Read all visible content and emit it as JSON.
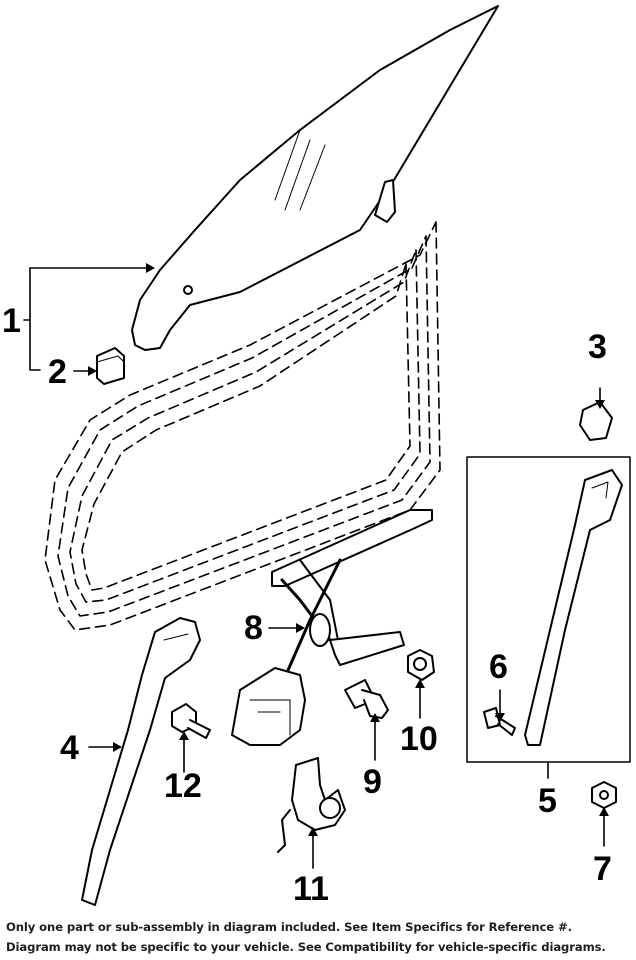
{
  "callouts": {
    "c1": "1",
    "c2": "2",
    "c3": "3",
    "c4": "4",
    "c5": "5",
    "c6": "6",
    "c7": "7",
    "c8": "8",
    "c9": "9",
    "c10": "10",
    "c11": "11",
    "c12": "12"
  },
  "footer": {
    "line1": "Only one part or sub-assembly in diagram included. See Item Specifics for Reference #.",
    "line2": "Diagram may not be specific to your vehicle. See Compatibility for vehicle-specific diagrams."
  }
}
